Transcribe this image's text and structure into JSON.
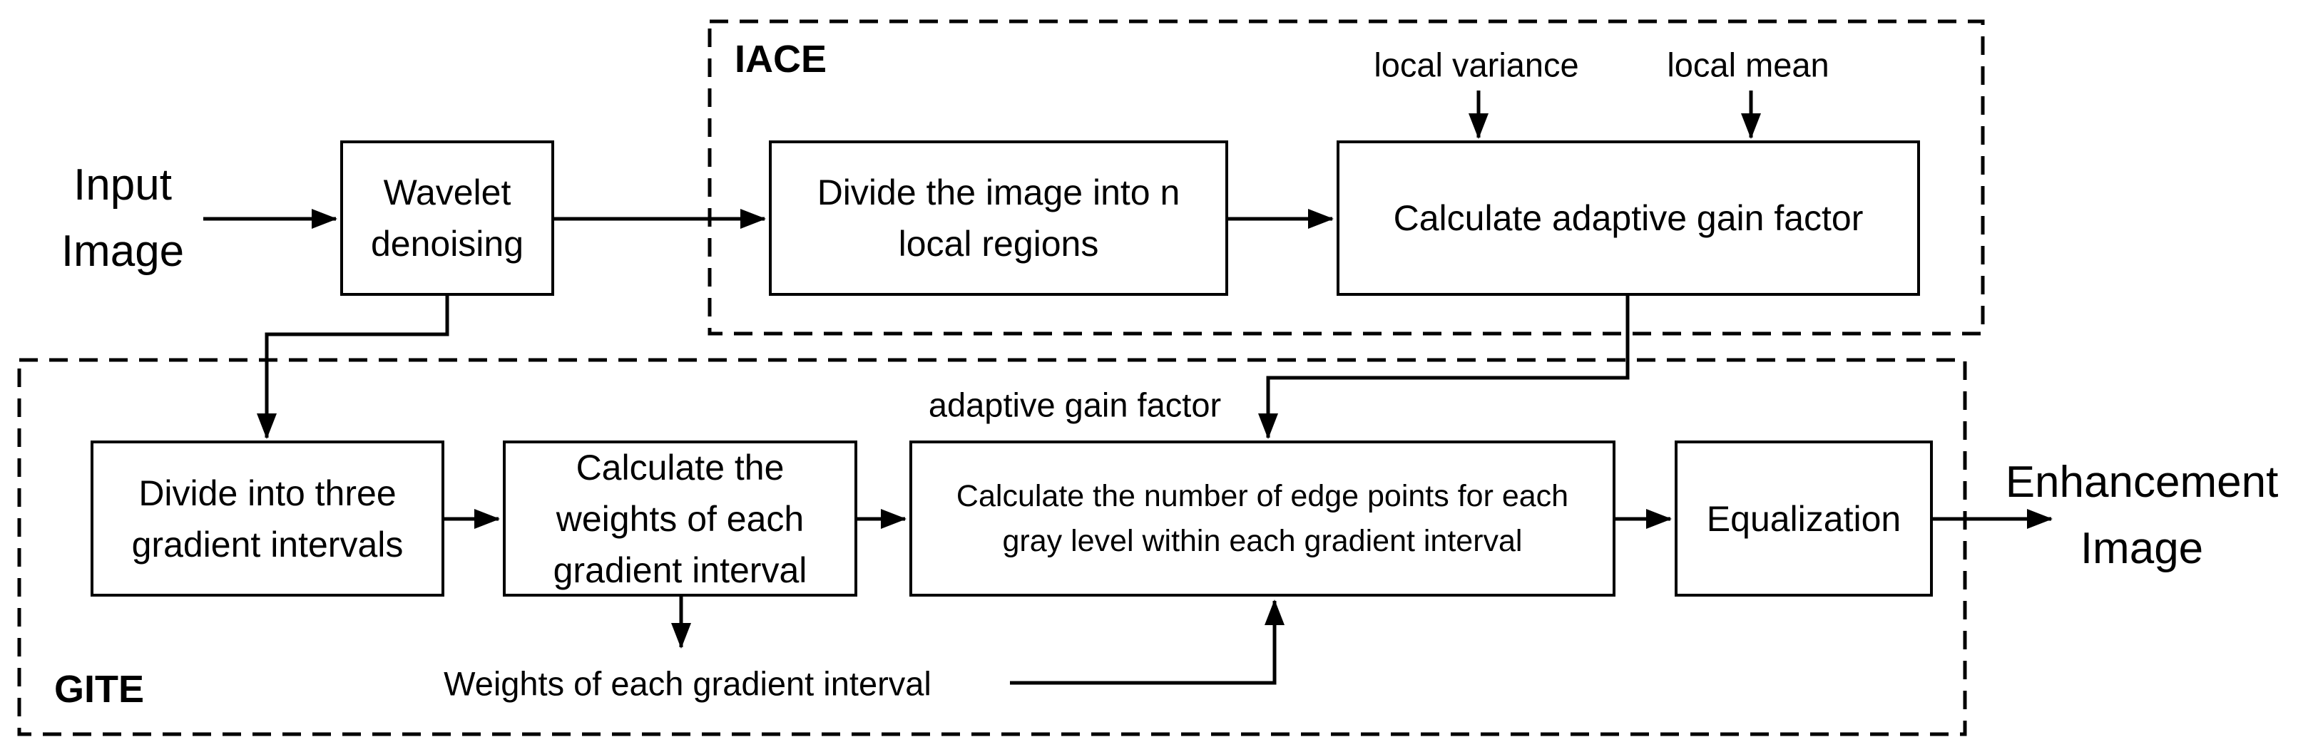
{
  "diagram": {
    "input_label": "Input\nImage",
    "output_label": "Enhancement\nImage",
    "groups": {
      "iace_label": "IACE",
      "gite_label": "GITE"
    },
    "boxes": {
      "wavelet": "Wavelet\ndenoising",
      "divide_image": "Divide the image into n\nlocal regions",
      "gain_factor": "Calculate adaptive gain factor",
      "divide_gradient": "Divide into three\ngradient intervals",
      "weights": "Calculate the\nweights of each\ngradient interval",
      "edge_points": "Calculate the number of edge points for each\ngray level within each gradient interval",
      "equalization": "Equalization"
    },
    "annotations": {
      "local_variance": "local variance",
      "local_mean": "local mean",
      "adaptive_gain_factor": "adaptive gain factor",
      "weights_label": "Weights of each gradient interval"
    },
    "colors": {
      "stroke": "#000000",
      "background": "#ffffff"
    }
  }
}
